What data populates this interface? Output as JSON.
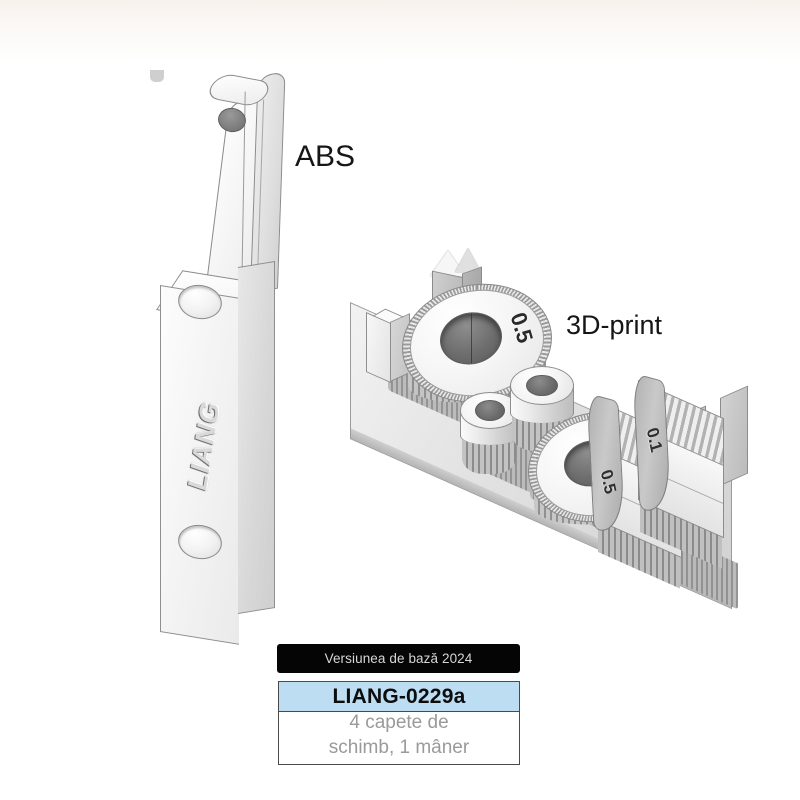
{
  "callouts": {
    "material_label": "ABS",
    "process_label": "3D-print"
  },
  "handle": {
    "brand_emboss": "LIANG"
  },
  "print_plate": {
    "gear_marks": [
      {
        "name": "large-gear-mark",
        "value": "0.5"
      },
      {
        "name": "small-gear-mark",
        "value": "0.1"
      }
    ],
    "block_marks": [
      {
        "name": "left-block-mark",
        "value": "0.5"
      },
      {
        "name": "right-block-mark",
        "value": "0.1"
      }
    ]
  },
  "label_panel": {
    "tooltip_text": "Versiunea de bază 2024",
    "title": "LIANG-0229a",
    "description": "4 capete de schimb, 1 mâner",
    "header_bg": "#bcddf2",
    "tooltip_bg": "#050505",
    "tooltip_fg": "#d6d6d6"
  }
}
